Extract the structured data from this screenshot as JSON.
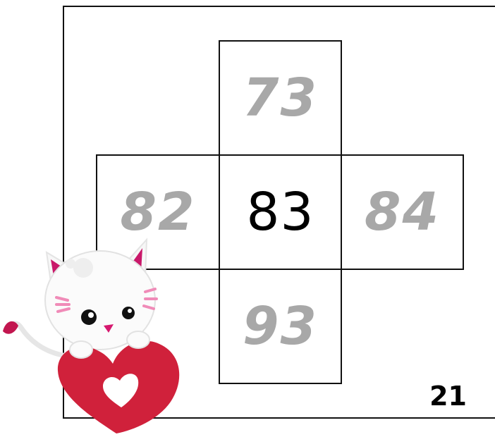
{
  "grid": {
    "top": "73",
    "left": "82",
    "center": "83",
    "right": "84",
    "bottom": "93"
  },
  "page_number": "21",
  "colors": {
    "hint_text": "#a8a8a8",
    "center_text": "#000000",
    "heart": "#d0213b",
    "cat_accent": "#d6186f"
  },
  "decoration": {
    "icon": "cat-with-heart-icon"
  }
}
